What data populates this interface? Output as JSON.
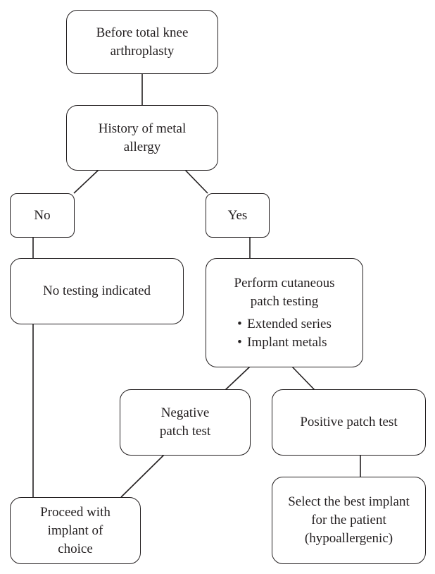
{
  "nodes": {
    "before_tka": {
      "lines": [
        "Before total knee",
        "arthroplasty"
      ]
    },
    "history": {
      "lines": [
        "History of metal",
        "allergy"
      ]
    },
    "no": {
      "lines": [
        "No"
      ]
    },
    "yes": {
      "lines": [
        "Yes"
      ]
    },
    "no_testing": {
      "lines": [
        "No testing indicated"
      ]
    },
    "patch_testing": {
      "lines": [
        "Perform cutaneous",
        "patch testing"
      ],
      "bullets": [
        "Extended series",
        "Implant metals"
      ]
    },
    "negative": {
      "lines": [
        "Negative",
        "patch test"
      ]
    },
    "positive": {
      "lines": [
        "Positive patch test"
      ]
    },
    "proceed": {
      "lines": [
        "Proceed with",
        "implant of",
        "choice"
      ]
    },
    "select": {
      "lines": [
        "Select the best implant",
        "for the patient",
        "(hypoallergenic)"
      ]
    }
  },
  "edges": [
    {
      "from": "before_tka",
      "to": "history"
    },
    {
      "from": "history",
      "to": "no"
    },
    {
      "from": "history",
      "to": "yes"
    },
    {
      "from": "no",
      "to": "no_testing"
    },
    {
      "from": "yes",
      "to": "patch_testing"
    },
    {
      "from": "patch_testing",
      "to": "negative"
    },
    {
      "from": "patch_testing",
      "to": "positive"
    },
    {
      "from": "no_testing",
      "to": "proceed"
    },
    {
      "from": "negative",
      "to": "proceed"
    },
    {
      "from": "positive",
      "to": "select"
    }
  ]
}
